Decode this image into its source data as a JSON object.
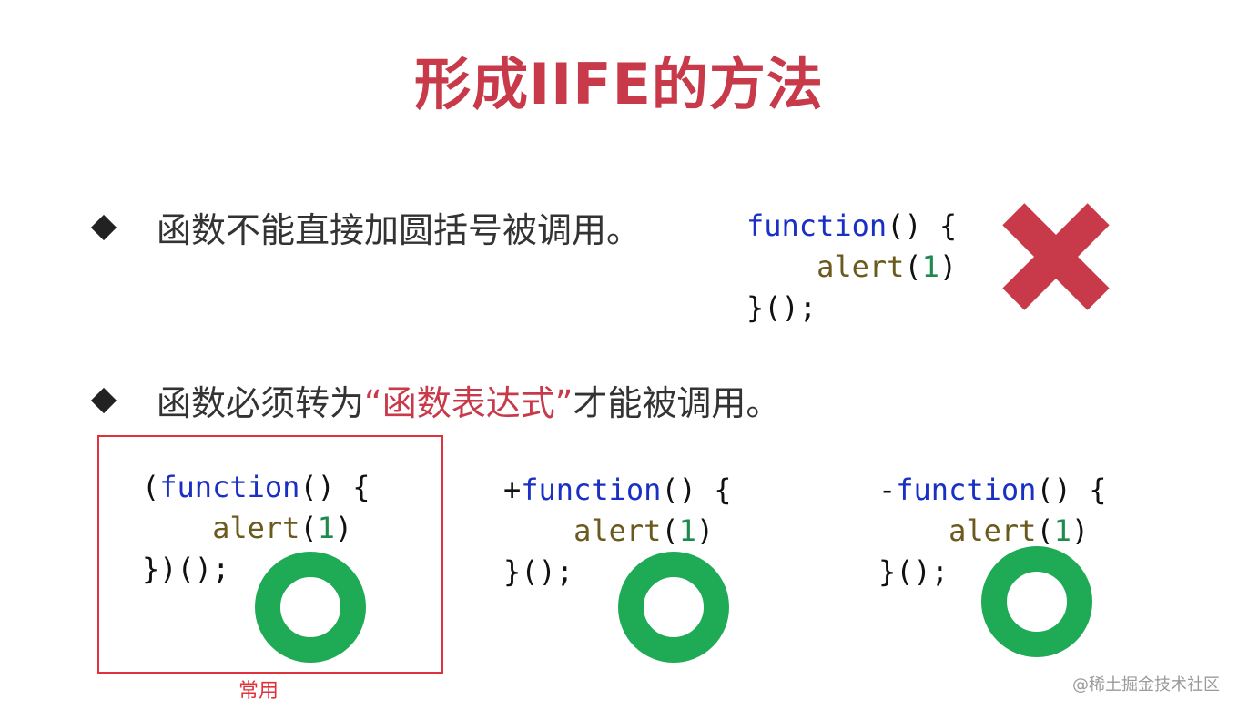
{
  "title": "形成IIFE的方法",
  "bullet1": "函数不能直接加圆括号被调用。",
  "bullet2": {
    "before": "函数必须转为",
    "highlight": "“函数表达式”",
    "after": "才能被调用。"
  },
  "code_wrong": {
    "l1_kw": "function",
    "l1_rest": "() {",
    "l2_fn": "alert",
    "l2_open": "(",
    "l2_num": "1",
    "l2_close": ")",
    "l3": "}();"
  },
  "code_a": {
    "l1_prefix": "(",
    "l1_kw": "function",
    "l1_rest": "() {",
    "l2_fn": "alert",
    "l2_open": "(",
    "l2_num": "1",
    "l2_close": ")",
    "l3": "})();"
  },
  "code_b": {
    "l1_prefix": "+",
    "l1_kw": "function",
    "l1_rest": "() {",
    "l2_fn": "alert",
    "l2_open": "(",
    "l2_num": "1",
    "l2_close": ")",
    "l3": "}();"
  },
  "code_c": {
    "l1_prefix": "-",
    "l1_kw": "function",
    "l1_rest": "() {",
    "l2_fn": "alert",
    "l2_open": "(",
    "l2_num": "1",
    "l2_close": ")",
    "l3": "}();"
  },
  "note": "常用",
  "watermark": "@稀土掘金技术社区",
  "colors": {
    "title_red": "#c8394a",
    "cross_red": "#c8394a",
    "ring_green": "#1faa55",
    "keyword_blue": "#1a2fc4",
    "box_red": "#e0323c"
  },
  "icons": {
    "wrong": "cross-icon",
    "right": "ring-icon"
  }
}
